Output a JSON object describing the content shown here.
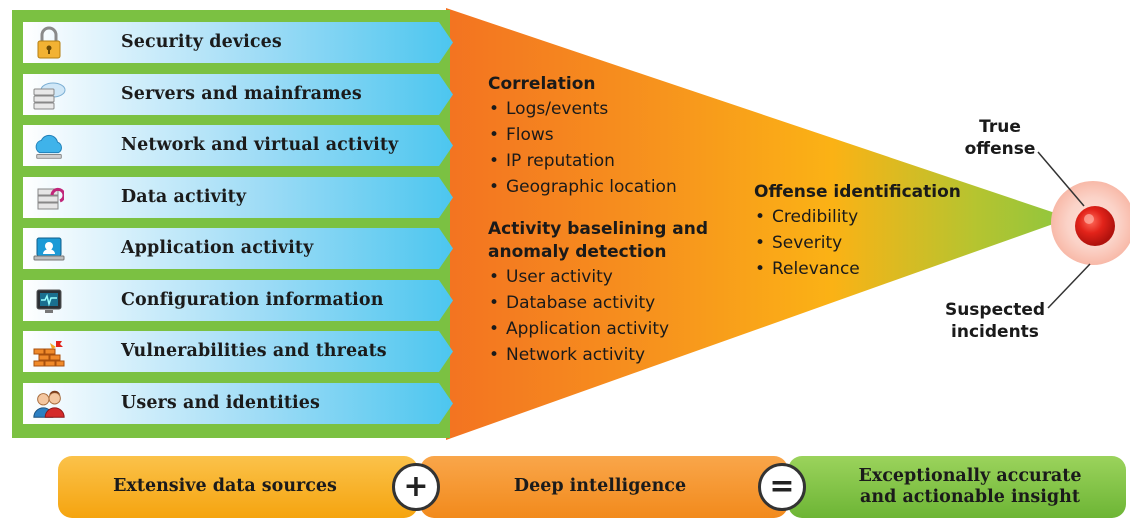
{
  "sources": [
    {
      "label": "Security devices",
      "icon": "lock-icon"
    },
    {
      "label": "Servers and mainframes",
      "icon": "server-cloud-icon"
    },
    {
      "label": "Network and virtual activity",
      "icon": "cloud-network-icon"
    },
    {
      "label": "Data activity",
      "icon": "database-icon"
    },
    {
      "label": "Application activity",
      "icon": "application-icon"
    },
    {
      "label": "Configuration information",
      "icon": "monitor-config-icon"
    },
    {
      "label": "Vulnerabilities and threats",
      "icon": "firewall-icon"
    },
    {
      "label": "Users and identities",
      "icon": "users-icon"
    }
  ],
  "correlation": {
    "heading": "Correlation",
    "items": [
      "Logs/events",
      "Flows",
      "IP reputation",
      "Geographic location"
    ]
  },
  "baselining": {
    "heading_line1": "Activity baselining and",
    "heading_line2": "anomaly detection",
    "items": [
      "User activity",
      "Database activity",
      "Application activity",
      "Network activity"
    ]
  },
  "offense": {
    "heading": "Offense identification",
    "items": [
      "Credibility",
      "Severity",
      "Relevance"
    ]
  },
  "callouts": {
    "true_offense_line1": "True",
    "true_offense_line2": "offense",
    "suspected_line1": "Suspected",
    "suspected_line2": "incidents"
  },
  "bottom": {
    "left": "Extensive data sources",
    "plus": "+",
    "middle": "Deep intelligence",
    "equals": "=",
    "right_line1": "Exceptionally accurate",
    "right_line2": "and actionable insight"
  },
  "colors": {
    "panel_green": "#7bc142",
    "row_blue": "#4fc8ef",
    "cone_orange": "#f7941d",
    "cone_green": "#8dc63f",
    "bar_yellow": "#f8b418",
    "bar_orange": "#f7941d",
    "bar_green": "#7bc142",
    "target_red": "#e2231a"
  }
}
